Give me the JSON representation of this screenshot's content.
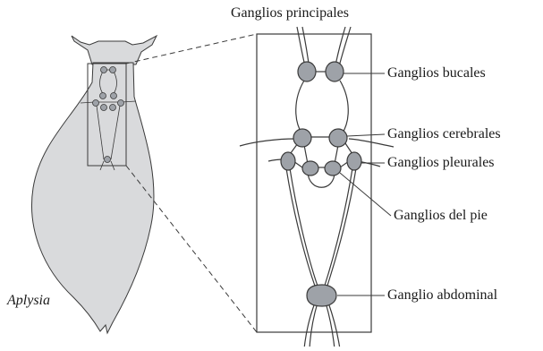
{
  "figure": {
    "title": "Ganglios principales",
    "organism": "Aplysia",
    "labels": {
      "buccal": "Ganglios bucales",
      "cerebral": "Ganglios cerebrales",
      "pleural": "Ganglios pleurales",
      "pedal": "Ganglios del pie",
      "abdominal": "Ganglio abdominal"
    },
    "colors": {
      "body_fill": "#d9dadc",
      "ganglion_fill": "#9ea2a8",
      "line": "#3a3a3a"
    }
  }
}
